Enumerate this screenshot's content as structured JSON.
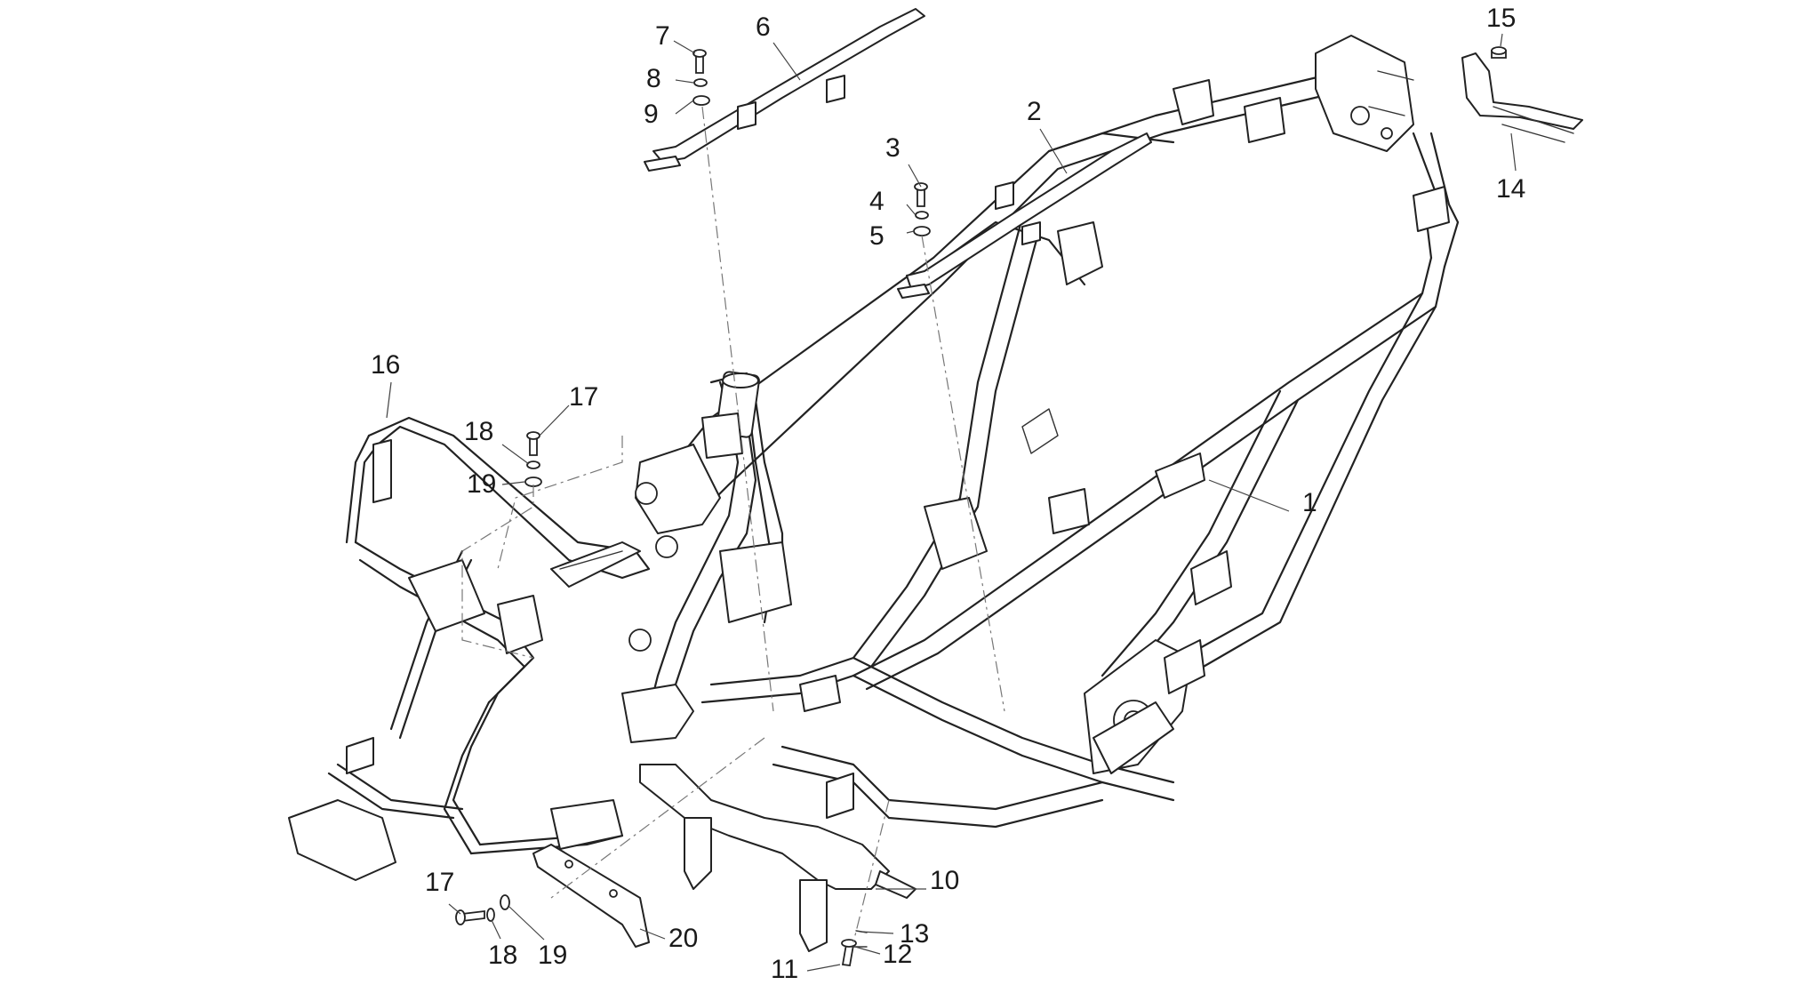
{
  "callouts": [
    {
      "id": "c1",
      "text": "1"
    },
    {
      "id": "c2",
      "text": "2"
    },
    {
      "id": "c3",
      "text": "3"
    },
    {
      "id": "c4",
      "text": "4"
    },
    {
      "id": "c5",
      "text": "5"
    },
    {
      "id": "c6",
      "text": "6"
    },
    {
      "id": "c7",
      "text": "7"
    },
    {
      "id": "c8",
      "text": "8"
    },
    {
      "id": "c9",
      "text": "9"
    },
    {
      "id": "c10",
      "text": "10"
    },
    {
      "id": "c11",
      "text": "11"
    },
    {
      "id": "c12",
      "text": "12"
    },
    {
      "id": "c13",
      "text": "13"
    },
    {
      "id": "c14",
      "text": "14"
    },
    {
      "id": "c15",
      "text": "15"
    },
    {
      "id": "c16",
      "text": "16"
    },
    {
      "id": "c17a",
      "text": "17"
    },
    {
      "id": "c18a",
      "text": "18"
    },
    {
      "id": "c19a",
      "text": "19"
    },
    {
      "id": "c17b",
      "text": "17"
    },
    {
      "id": "c18b",
      "text": "18"
    },
    {
      "id": "c19b",
      "text": "19"
    },
    {
      "id": "c20",
      "text": "20"
    }
  ]
}
